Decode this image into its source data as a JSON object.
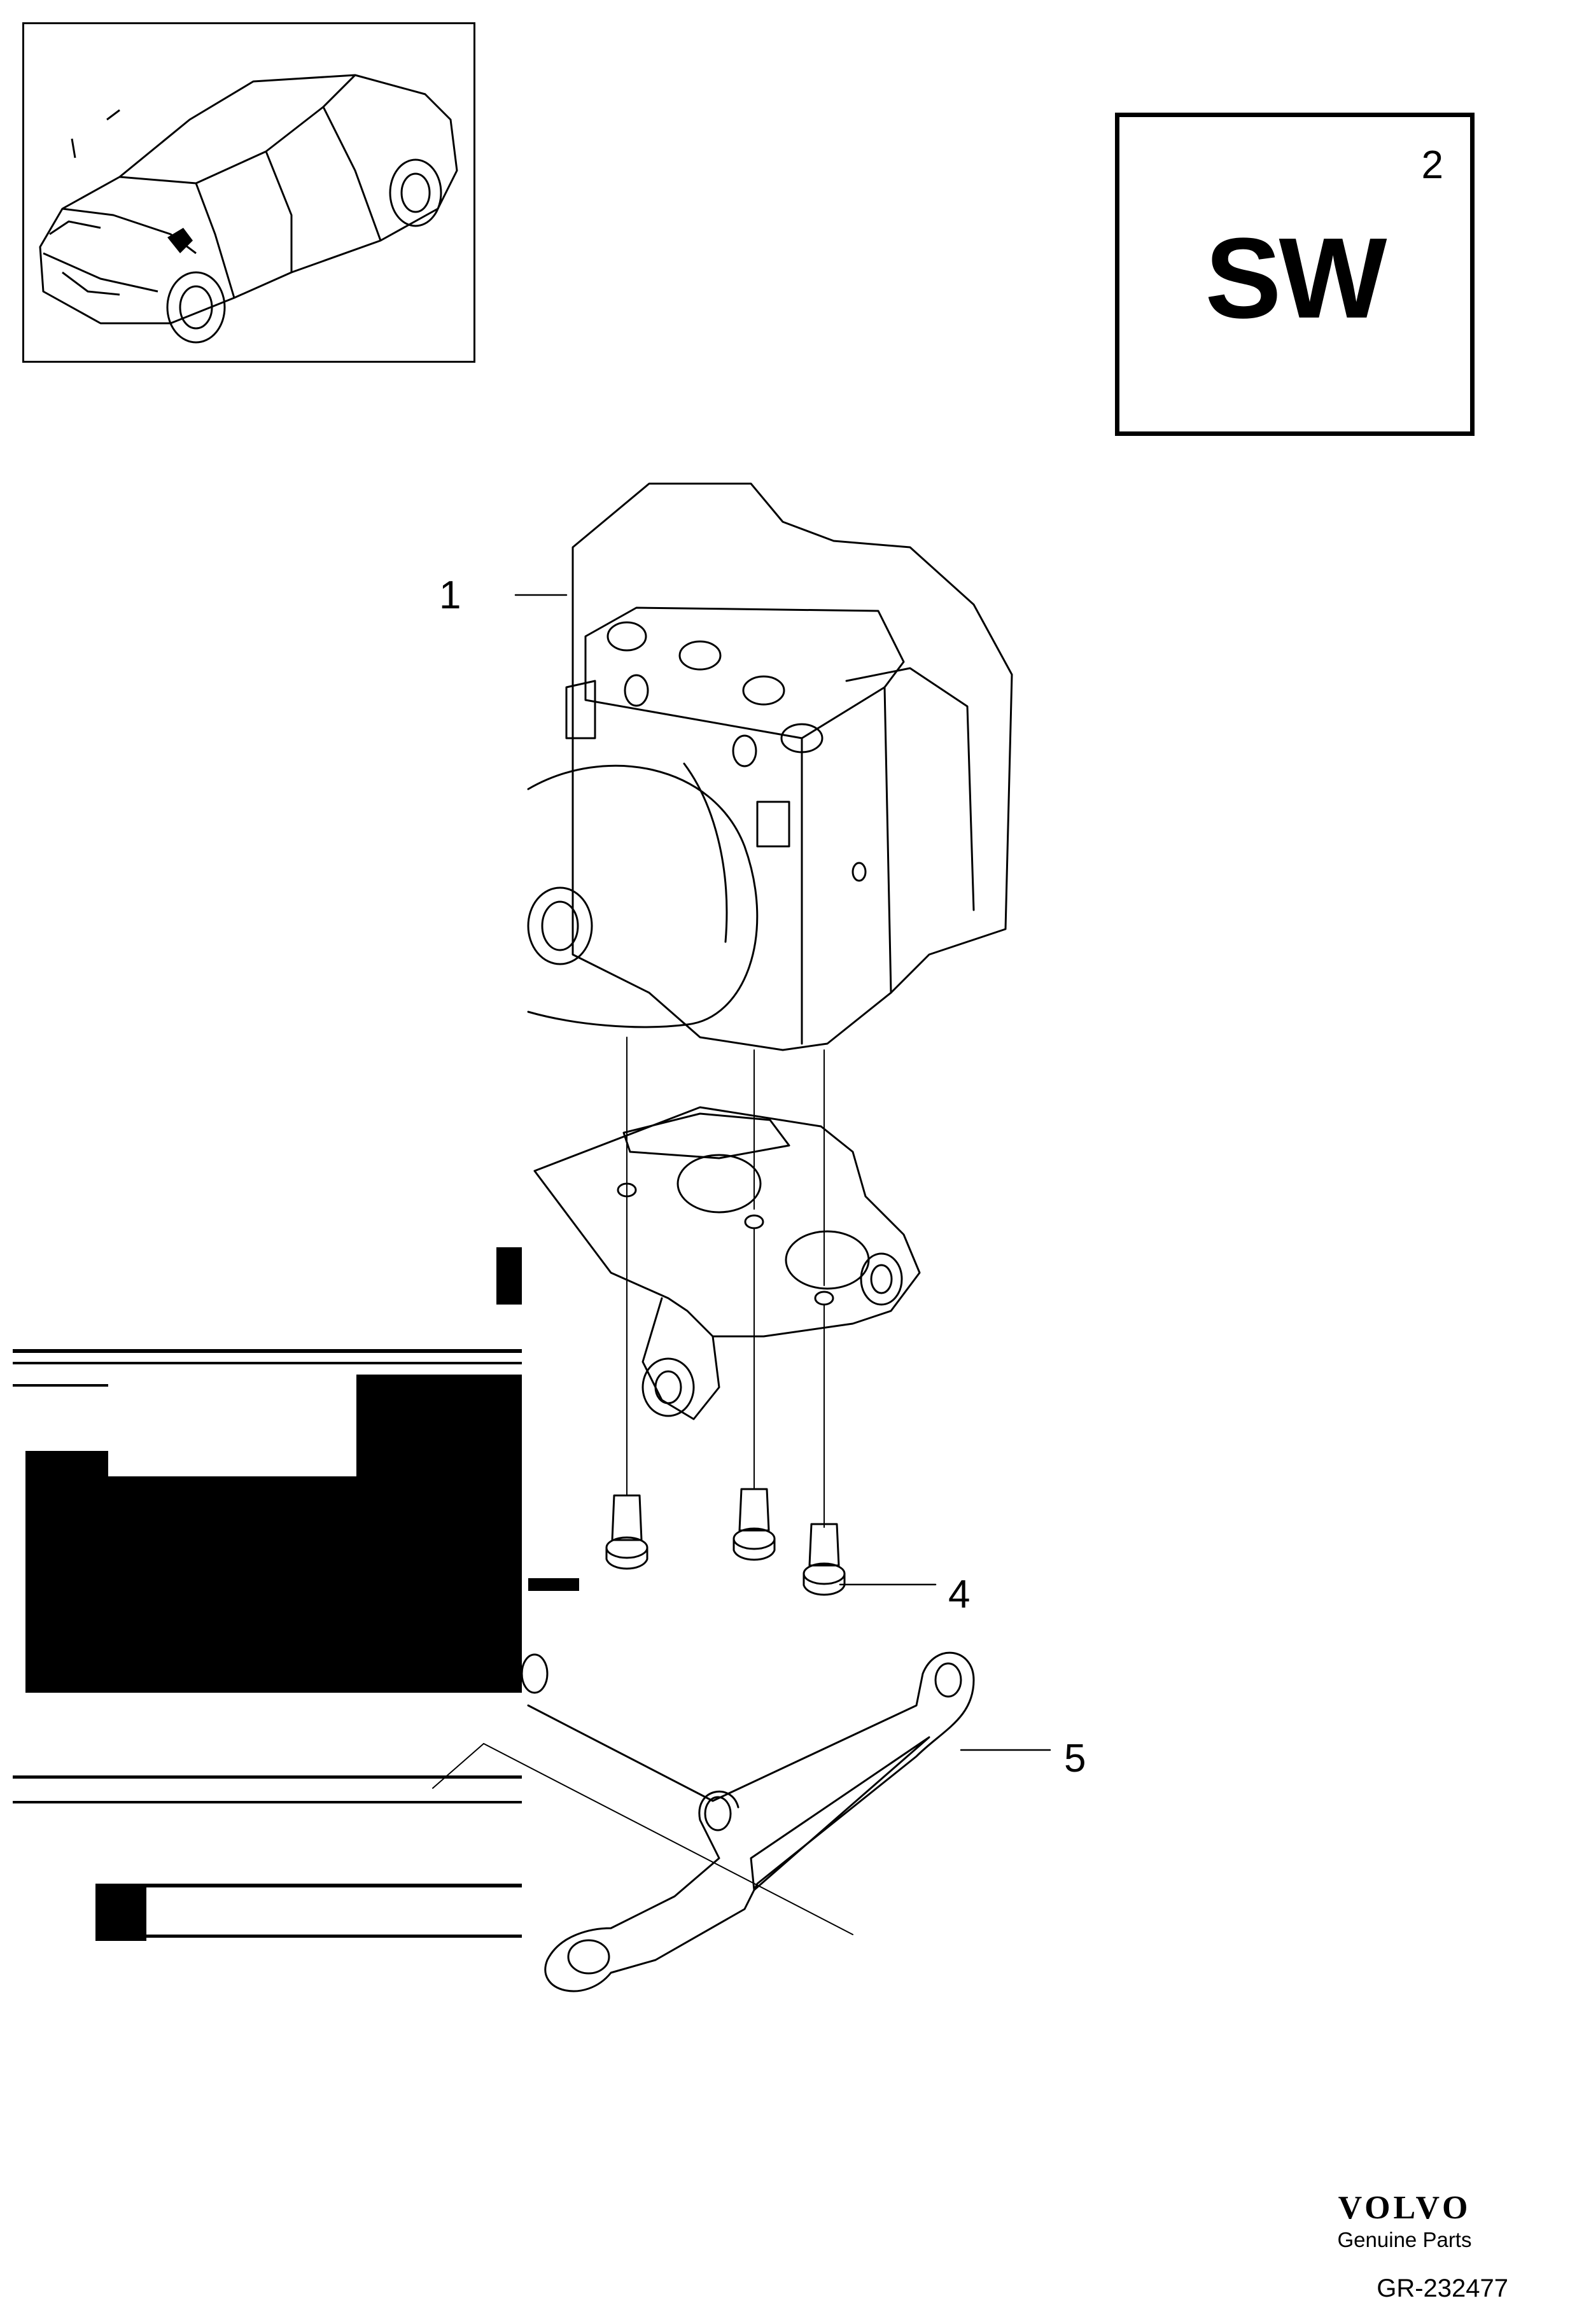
{
  "variant_box": {
    "code": "SW",
    "number": "2"
  },
  "callouts": {
    "item_1": "1",
    "item_4": "4",
    "item_5": "5"
  },
  "brand": {
    "name": "VOLVO",
    "tagline": "Genuine Parts"
  },
  "reference": "GR-232477",
  "icons": [
    "car-locator-icon",
    "abs-modulator-illustration",
    "bracket-illustration",
    "bolt-illustration",
    "lower-bracket-illustration"
  ]
}
